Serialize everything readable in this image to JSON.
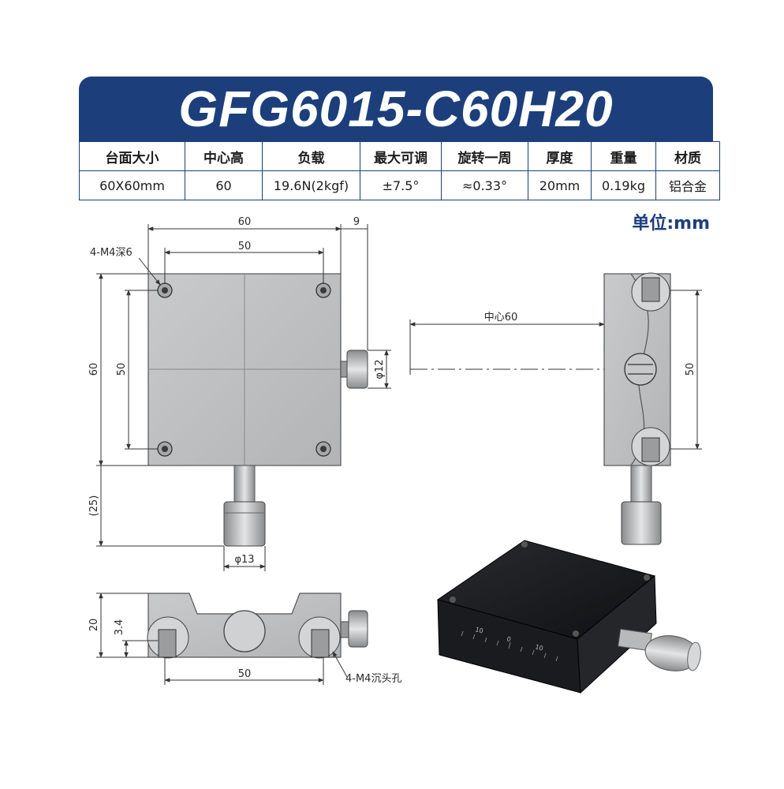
{
  "title": "GFG6015-C60H20",
  "unit_label": "单位:mm",
  "spec_table": {
    "headers": [
      "台面大小",
      "中心高",
      "负载",
      "最大可调",
      "旋转一周",
      "厚度",
      "重量",
      "材质"
    ],
    "values": [
      "60X60mm",
      "60",
      "19.6N(2kgf)",
      "±7.5°",
      "≈0.33°",
      "20mm",
      "0.19kg",
      "铝合金"
    ]
  },
  "dimensions": {
    "top_width_outer": "60",
    "top_width_inner": "50",
    "knob_offset": "9",
    "hole_callout": "4-M4深6",
    "left_height_outer": "60",
    "left_height_inner": "50",
    "knob_diameter_side": "φ12",
    "knob_extension": "(25)",
    "knob_diameter_bottom": "φ13",
    "center_height": "中心60",
    "side_height": "50",
    "front_height": "20",
    "front_step": "3.4",
    "front_width": "50",
    "countersink_callout": "4-M4沉头孔"
  },
  "scale_labels": [
    "10",
    "0",
    "10"
  ]
}
